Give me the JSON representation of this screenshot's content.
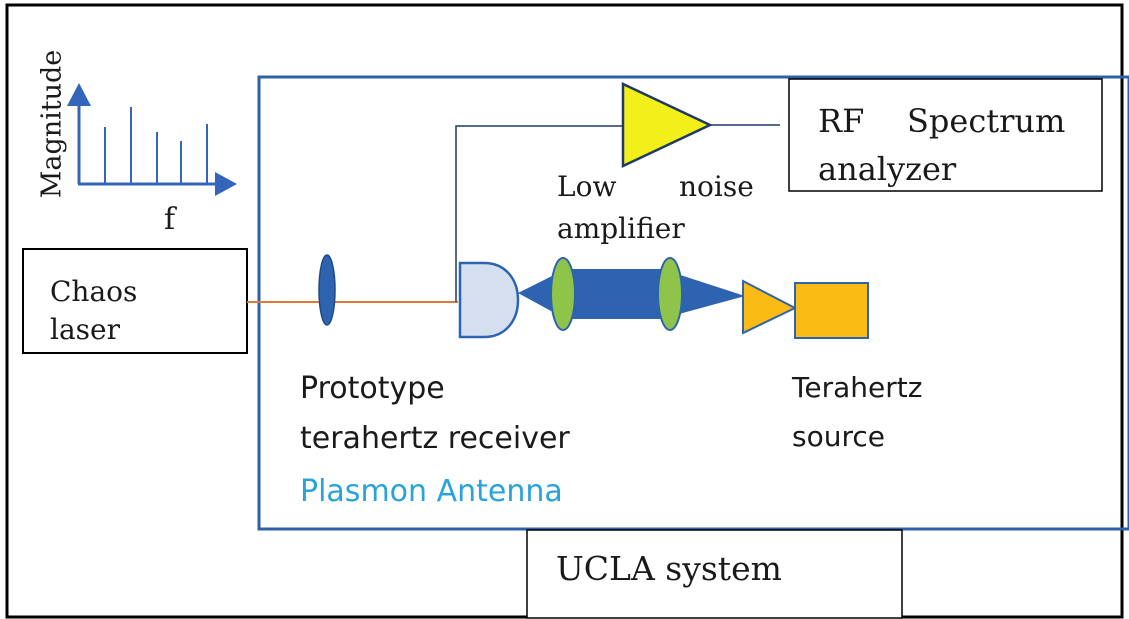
{
  "inset": {
    "ylabel": "Magnitude",
    "xlabel": "f"
  },
  "chaos_laser": {
    "line1": "Chaos",
    "line2": "laser"
  },
  "amplifier": {
    "line1_left": "Low",
    "line1_right": "noise",
    "line2": "amplifier"
  },
  "rf_analyzer": {
    "line1_left": "RF",
    "line1_right": "Spectrum",
    "line2": "analyzer"
  },
  "receiver": {
    "line1": "Prototype",
    "line2": "terahertz receiver",
    "line3": "Plasmon Antenna"
  },
  "thz_source": {
    "line1": "Terahertz",
    "line2": "source"
  },
  "system": {
    "label": "UCLA system"
  },
  "colors": {
    "frame": "#2f5fa8",
    "blue_arrow": "#3366bb",
    "optics": "#2e63b0",
    "lens_green": "#8fc44a",
    "detector": "#d6dff0",
    "amplifier": "#f2ef1a",
    "source": "#fbbb15",
    "laser_beam": "#e07a3a",
    "plasmon_text": "#29a3d9"
  }
}
